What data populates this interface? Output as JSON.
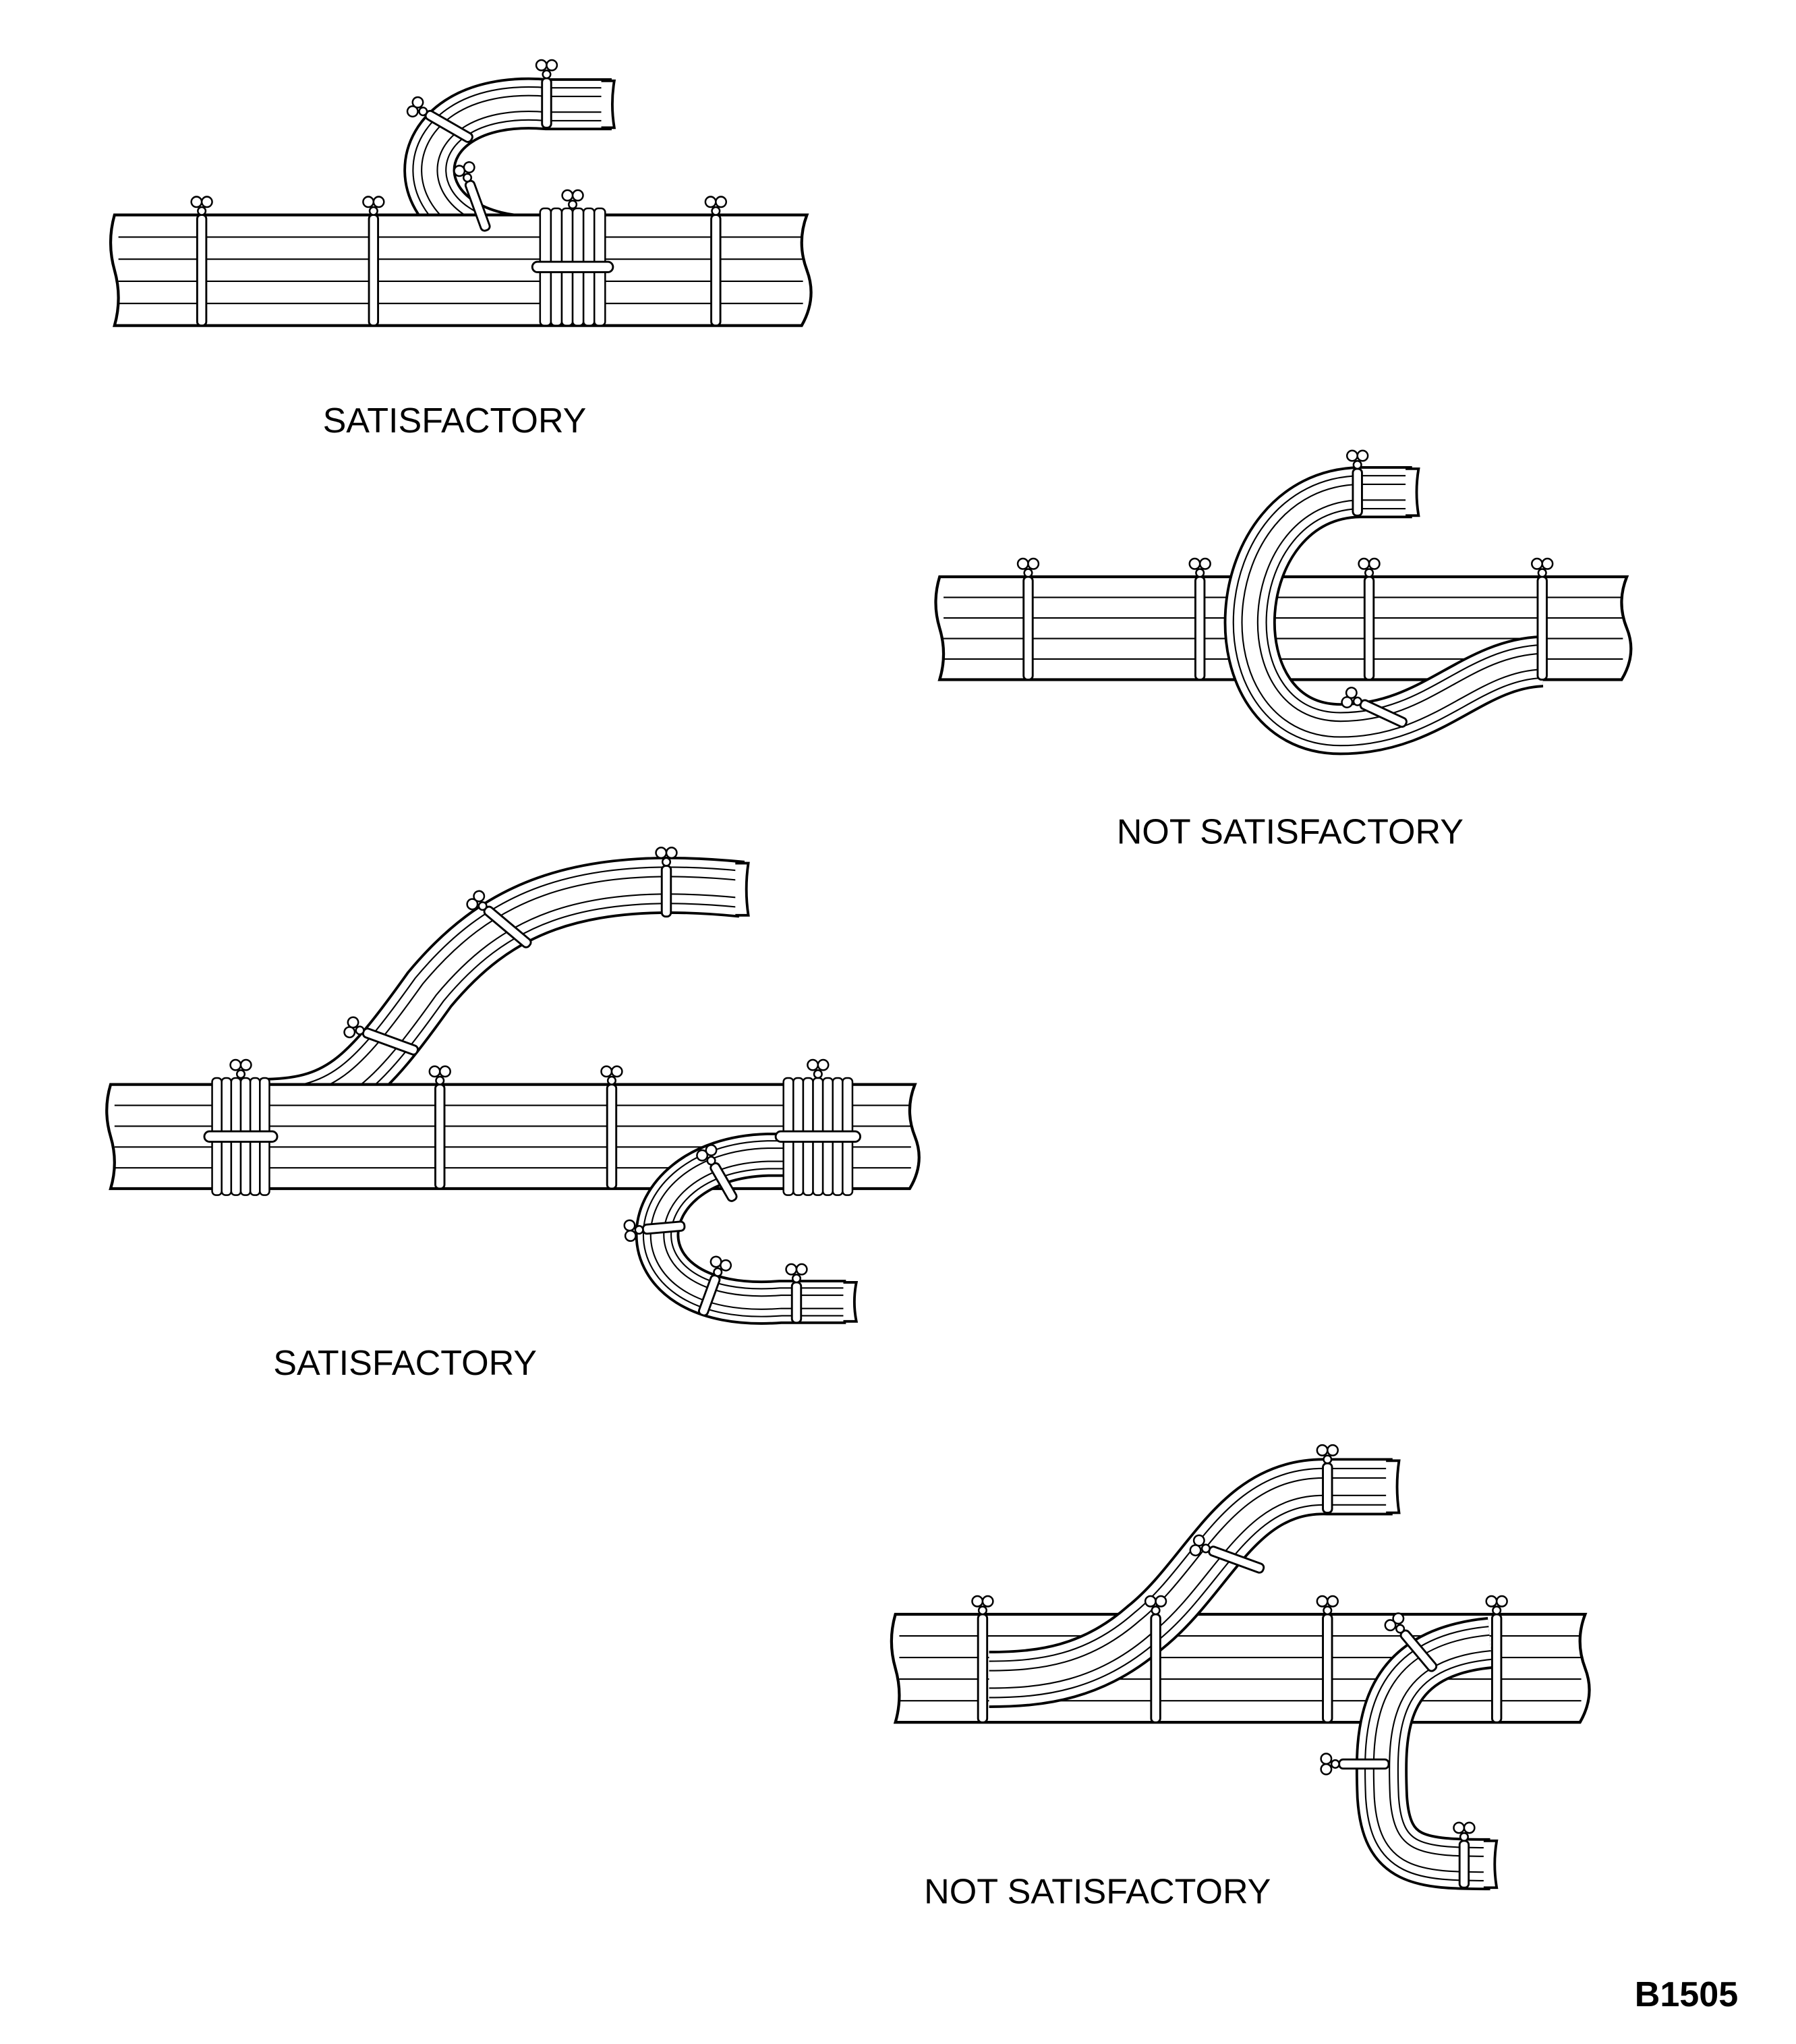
{
  "figures": [
    {
      "label": "SATISFACTORY"
    },
    {
      "label": "NOT SATISFACTORY"
    },
    {
      "label": "SATISFACTORY"
    },
    {
      "label": "NOT SATISFACTORY"
    }
  ],
  "figure_code": "B1505",
  "colors": {
    "ink": "#000000",
    "paper": "#ffffff"
  }
}
